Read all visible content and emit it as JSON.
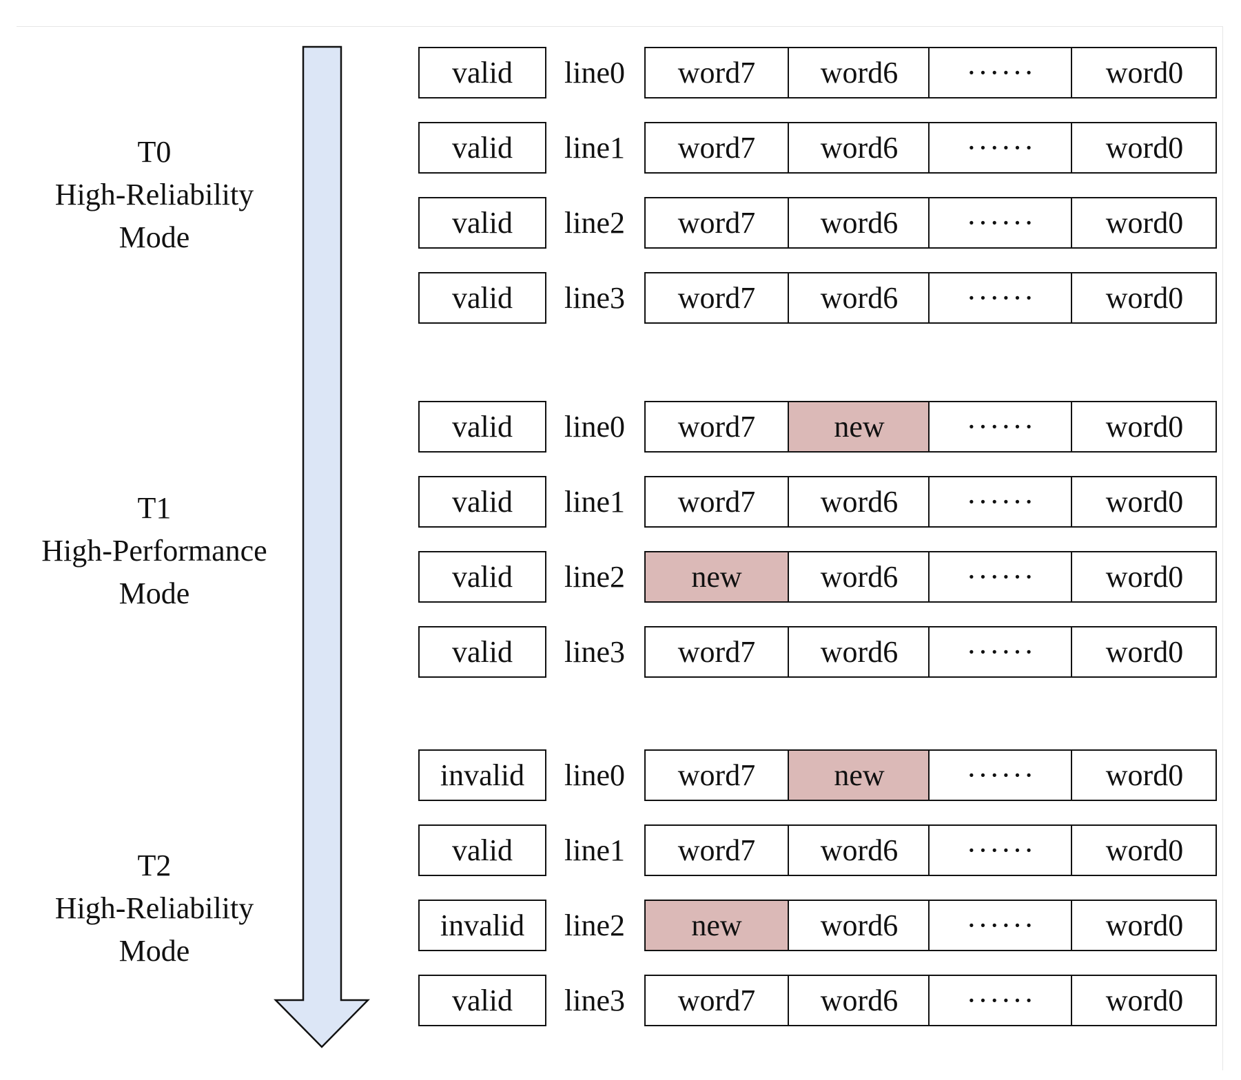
{
  "colors": {
    "arrow_fill": "#dce6f6",
    "highlight_fill": "#dbb9b7",
    "stroke": "#111111"
  },
  "modes": [
    {
      "time": "T0",
      "line1": "High-Reliability",
      "line2": "Mode"
    },
    {
      "time": "T1",
      "line1": "High-Performance",
      "line2": "Mode"
    },
    {
      "time": "T2",
      "line1": "High-Reliability",
      "line2": "Mode"
    }
  ],
  "groups": [
    {
      "rows": [
        {
          "state": "valid",
          "line": "line0",
          "words": [
            "word7",
            "word6",
            "······",
            "word0"
          ],
          "new": [
            false,
            false,
            false,
            false
          ]
        },
        {
          "state": "valid",
          "line": "line1",
          "words": [
            "word7",
            "word6",
            "······",
            "word0"
          ],
          "new": [
            false,
            false,
            false,
            false
          ]
        },
        {
          "state": "valid",
          "line": "line2",
          "words": [
            "word7",
            "word6",
            "······",
            "word0"
          ],
          "new": [
            false,
            false,
            false,
            false
          ]
        },
        {
          "state": "valid",
          "line": "line3",
          "words": [
            "word7",
            "word6",
            "······",
            "word0"
          ],
          "new": [
            false,
            false,
            false,
            false
          ]
        }
      ]
    },
    {
      "rows": [
        {
          "state": "valid",
          "line": "line0",
          "words": [
            "word7",
            "new",
            "······",
            "word0"
          ],
          "new": [
            false,
            true,
            false,
            false
          ]
        },
        {
          "state": "valid",
          "line": "line1",
          "words": [
            "word7",
            "word6",
            "······",
            "word0"
          ],
          "new": [
            false,
            false,
            false,
            false
          ]
        },
        {
          "state": "valid",
          "line": "line2",
          "words": [
            "new",
            "word6",
            "······",
            "word0"
          ],
          "new": [
            true,
            false,
            false,
            false
          ]
        },
        {
          "state": "valid",
          "line": "line3",
          "words": [
            "word7",
            "word6",
            "······",
            "word0"
          ],
          "new": [
            false,
            false,
            false,
            false
          ]
        }
      ]
    },
    {
      "rows": [
        {
          "state": "invalid",
          "line": "line0",
          "words": [
            "word7",
            "new",
            "······",
            "word0"
          ],
          "new": [
            false,
            true,
            false,
            false
          ]
        },
        {
          "state": "valid",
          "line": "line1",
          "words": [
            "word7",
            "word6",
            "······",
            "word0"
          ],
          "new": [
            false,
            false,
            false,
            false
          ]
        },
        {
          "state": "invalid",
          "line": "line2",
          "words": [
            "new",
            "word6",
            "······",
            "word0"
          ],
          "new": [
            true,
            false,
            false,
            false
          ]
        },
        {
          "state": "valid",
          "line": "line3",
          "words": [
            "word7",
            "word6",
            "······",
            "word0"
          ],
          "new": [
            false,
            false,
            false,
            false
          ]
        }
      ]
    }
  ]
}
